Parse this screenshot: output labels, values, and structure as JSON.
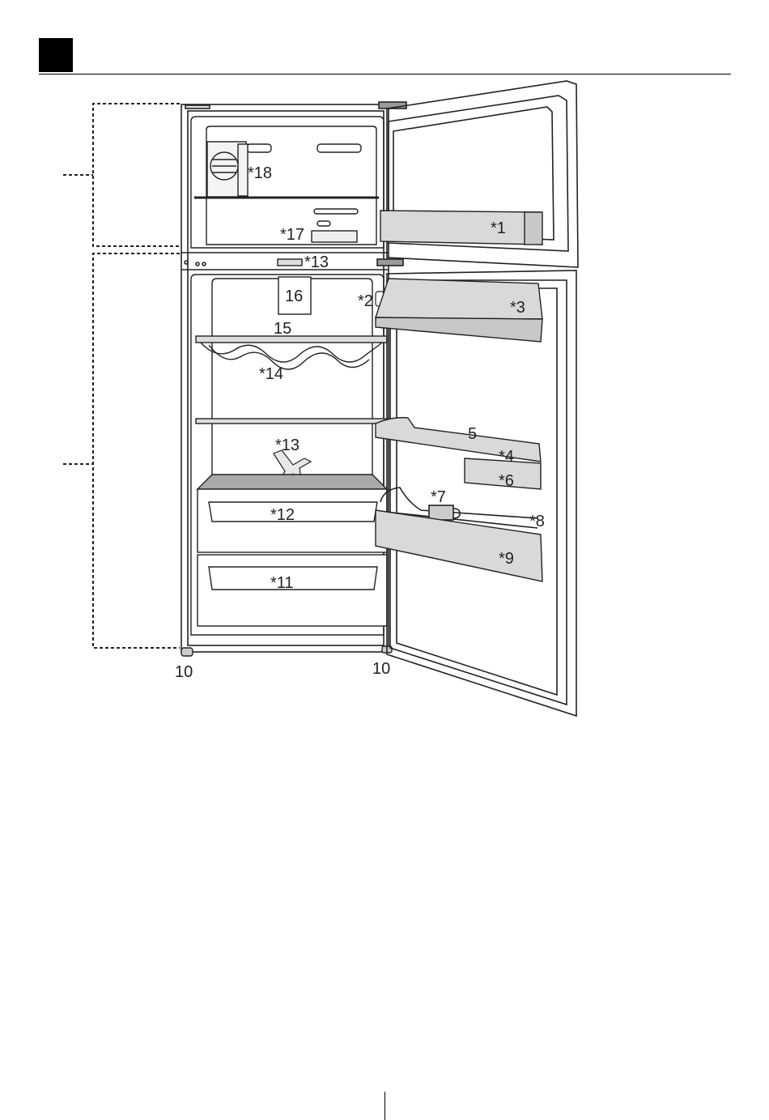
{
  "labels": {
    "l1": "*1",
    "l2": "*2",
    "l3": "*3",
    "l4": "*4",
    "l5": "5",
    "l6": "*6",
    "l7": "*7",
    "l8": "*8",
    "l9": "*9",
    "l10a": "10",
    "l10b": "10",
    "l11": "*11",
    "l12": "*12",
    "l13a": "*13",
    "l13b": "*13",
    "l14": "*14",
    "l15": "15",
    "l16": "16",
    "l17": "*17",
    "l18": "*18"
  },
  "colors": {
    "line": "#222222",
    "panel_fill": "#d9d9d9",
    "light_fill": "#eeeeee",
    "dashed": "#222222"
  }
}
